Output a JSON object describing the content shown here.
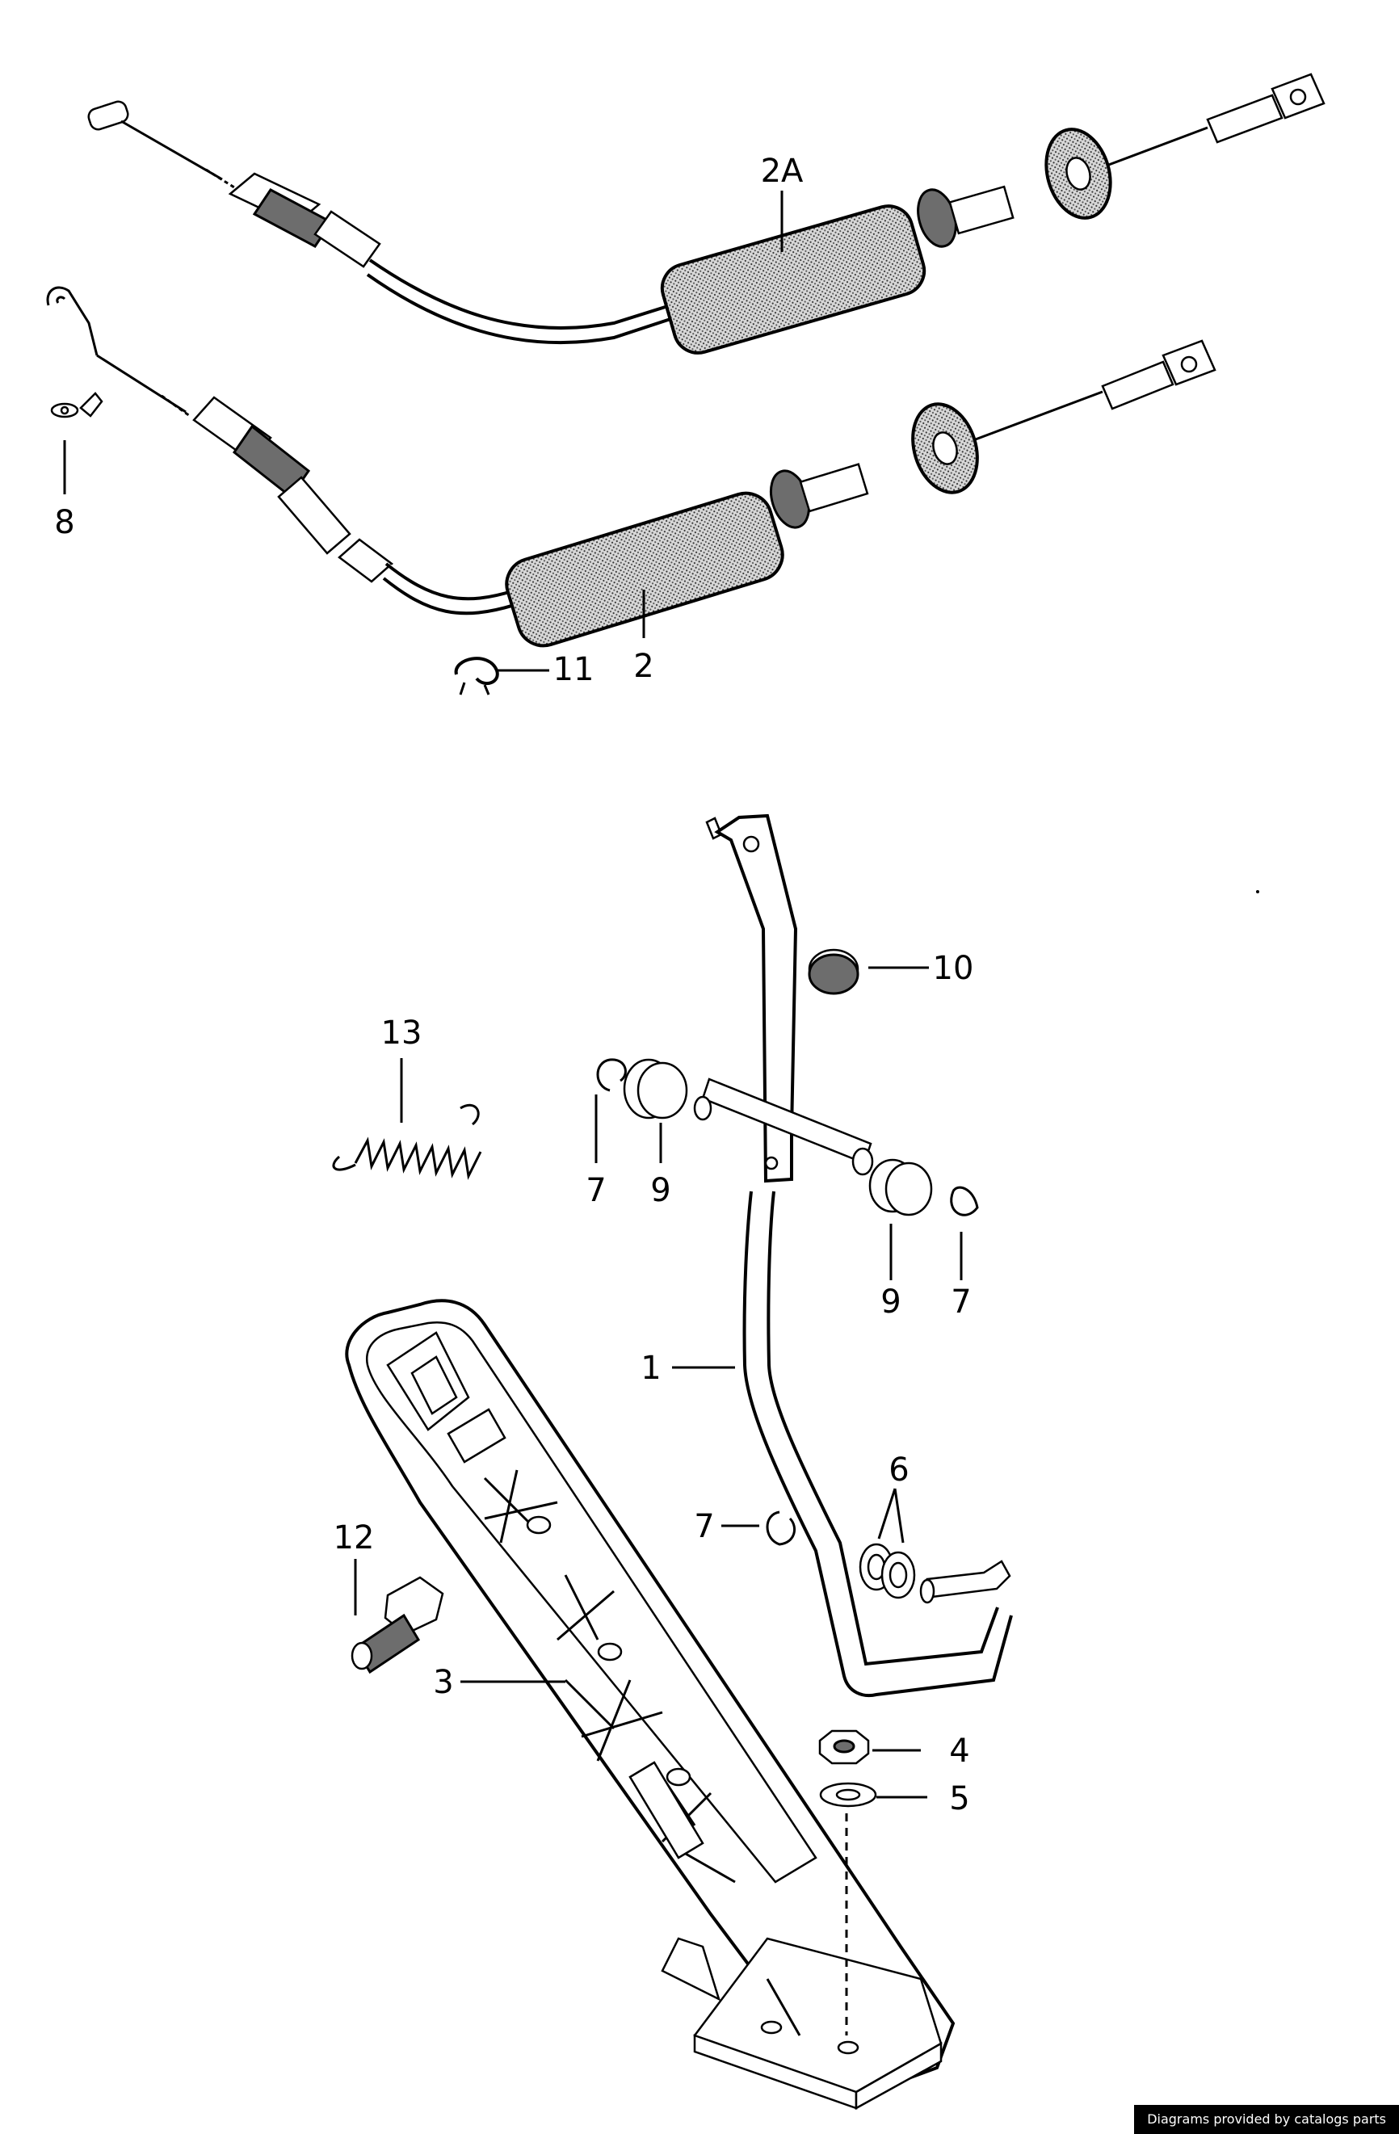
{
  "callouts": {
    "c2A": "2A",
    "c8": "8",
    "c2": "2",
    "c11": "11",
    "c10": "10",
    "c13": "13",
    "c7a": "7",
    "c9a": "9",
    "c9b": "9",
    "c7b": "7",
    "c1": "1",
    "c6": "6",
    "c7c": "7",
    "c12": "12",
    "c3": "3",
    "c4": "4",
    "c5": "5"
  },
  "footer": {
    "credit": "Diagrams provided by catalogs parts"
  }
}
